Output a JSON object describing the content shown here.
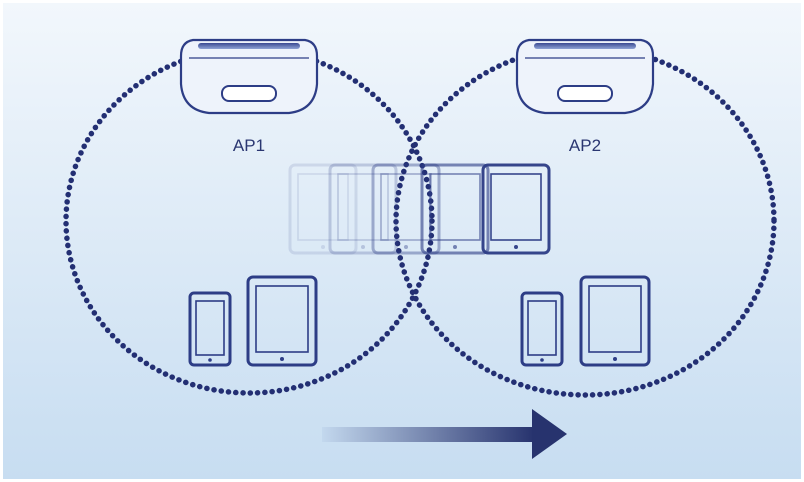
{
  "colors": {
    "dots": "#232f73",
    "device": "#2d3d86",
    "label": "#2a3671",
    "bg_top": "#f2f7fc",
    "bg_bottom": "#c7ddf1",
    "arrow_dark": "#27336e",
    "arrow_light": "#c3d8ee"
  },
  "access_points": [
    {
      "label": "AP1",
      "icon": "router-icon"
    },
    {
      "label": "AP2",
      "icon": "router-icon"
    }
  ],
  "device_groups": [
    {
      "owner": "AP1",
      "devices": [
        "phone-icon",
        "tablet-icon"
      ]
    },
    {
      "owner": "AP2",
      "devices": [
        "phone-icon",
        "tablet-icon"
      ]
    }
  ],
  "roaming_trail": {
    "device": "tablet-icon",
    "frame_opacities": [
      0.12,
      0.22,
      0.38,
      0.6,
      0.95
    ]
  },
  "direction_arrow": {
    "icon": "arrow-right-icon",
    "direction": "right"
  }
}
